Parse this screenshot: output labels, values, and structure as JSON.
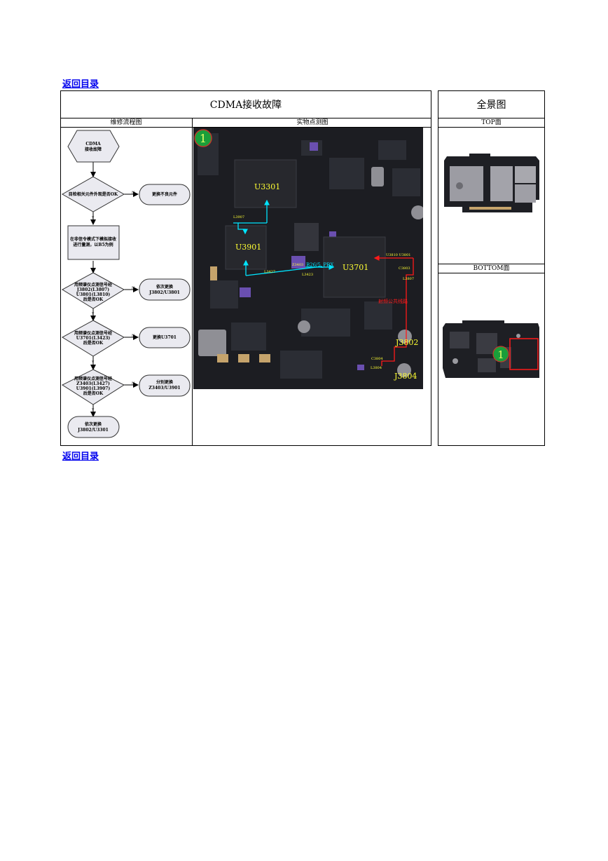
{
  "nav": {
    "back_link": "返回目录"
  },
  "main_table": {
    "title": "CDMA接收故障",
    "col_flow": "维修流程图",
    "col_photo": "实物点测图"
  },
  "side_table": {
    "title": "全景图",
    "top_label": "TOP面",
    "bottom_label": "BOTTOM面",
    "marker": "1"
  },
  "flowchart": {
    "start": [
      "CDMA",
      "接收故障"
    ],
    "step1": "目检相关元件外观是否OK",
    "step1_no": "更换不良元件",
    "step2": [
      "在非信令模式下模拟接收",
      "进行量测，以B5为例"
    ],
    "step3": [
      "用频谱仪点测信号经",
      "J3802(L3807)",
      "U3801(L3810)",
      "后是否OK"
    ],
    "step3_no": [
      "依次更换",
      "J3802/U3801"
    ],
    "step4": [
      "用频谱仪点测信号经",
      "U3701(L3423)",
      "后是否OK"
    ],
    "step4_no": "更换U3701",
    "step5": [
      "用频谱仪点测信号经",
      "Z3403(L3427)",
      "U3901(L3907)",
      "后是否OK"
    ],
    "step5_no": [
      "分别更换",
      "Z3403/U3901"
    ],
    "end": [
      "依次更换",
      "J3802/U3301"
    ],
    "yes": "Y",
    "no": "N"
  },
  "board_photo": {
    "marker": "1",
    "chips": {
      "u3301": "U3301",
      "u3901": "U3901",
      "u3701": "U3701",
      "j3802": "J3802",
      "j3804": "J3804"
    },
    "small_labels": {
      "l3907": "L3907",
      "l3427": "L3427",
      "z3403": "Z3403",
      "l3423": "L3423",
      "u3810_u3801": "U3810 U3801",
      "c3803": "C3803",
      "l3807": "L3807",
      "c3804": "C3804",
      "l3804": "L3804"
    },
    "signal_label": "B26/5_PRX",
    "path_label": "射频公共线路",
    "colors": {
      "signal": "#00e5ff",
      "path": "#ff1a1a",
      "chip_label": "#ffff33",
      "marker_bg": "#1a9e3a"
    }
  }
}
